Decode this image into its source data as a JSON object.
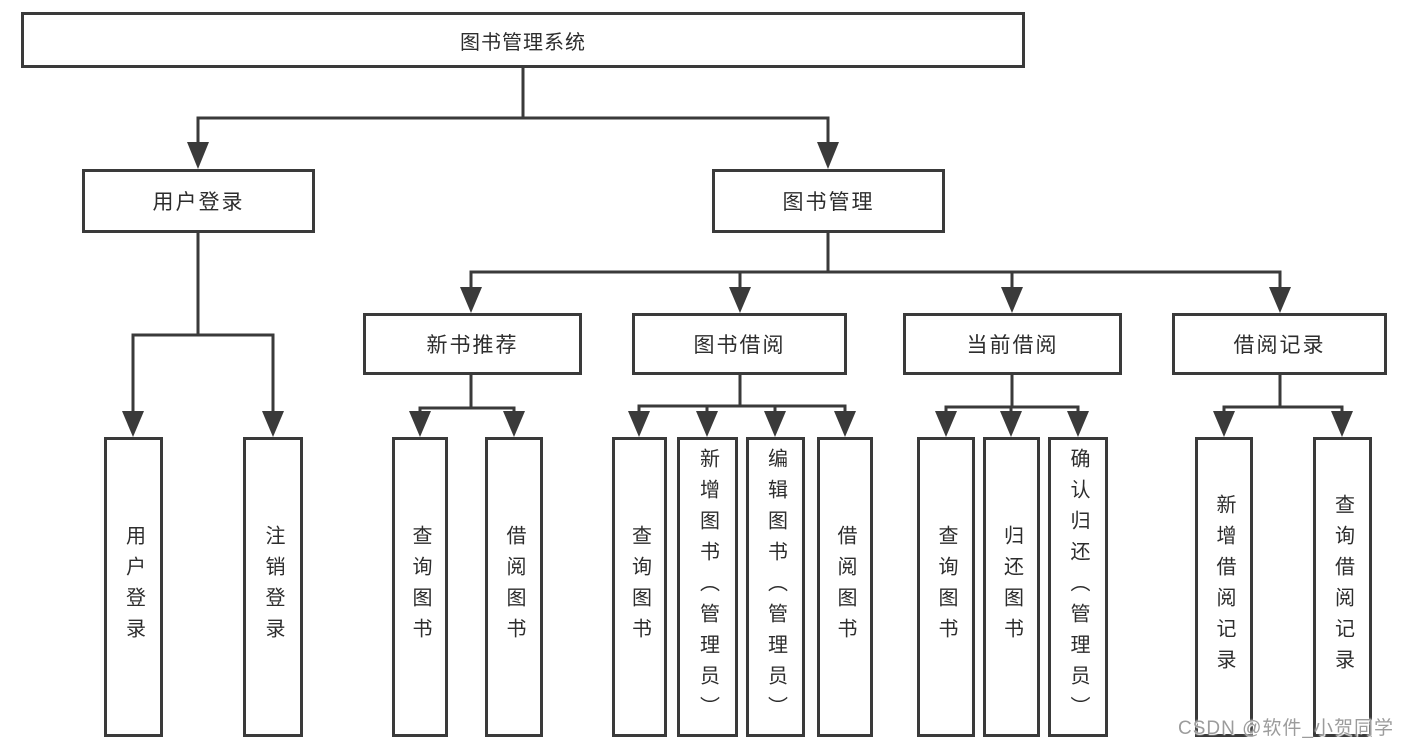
{
  "diagram": {
    "title_node": "图书管理系统",
    "branches": [
      {
        "label": "用户登录",
        "children": [
          "用户登录",
          "注销登录"
        ]
      },
      {
        "label": "图书管理",
        "modules": [
          {
            "label": "新书推荐",
            "children": [
              "查询图书",
              "借阅图书"
            ]
          },
          {
            "label": "图书借阅",
            "children": [
              "查询图书",
              "新增图书（管理员）",
              "编辑图书（管理员）",
              "借阅图书"
            ]
          },
          {
            "label": "当前借阅",
            "children": [
              "查询图书",
              "归还图书",
              "确认归还（管理员）"
            ]
          },
          {
            "label": "借阅记录",
            "children": [
              "新增借阅记录",
              "查询借阅记录"
            ]
          }
        ]
      }
    ]
  },
  "watermark": {
    "text": "CSDN @软件_小贺同学"
  },
  "colors": {
    "line": "#3a3a3a",
    "box_border": "#3a3a3a",
    "text": "#2d2d2d",
    "watermark": "#9c9c9c",
    "background": "#ffffff"
  }
}
